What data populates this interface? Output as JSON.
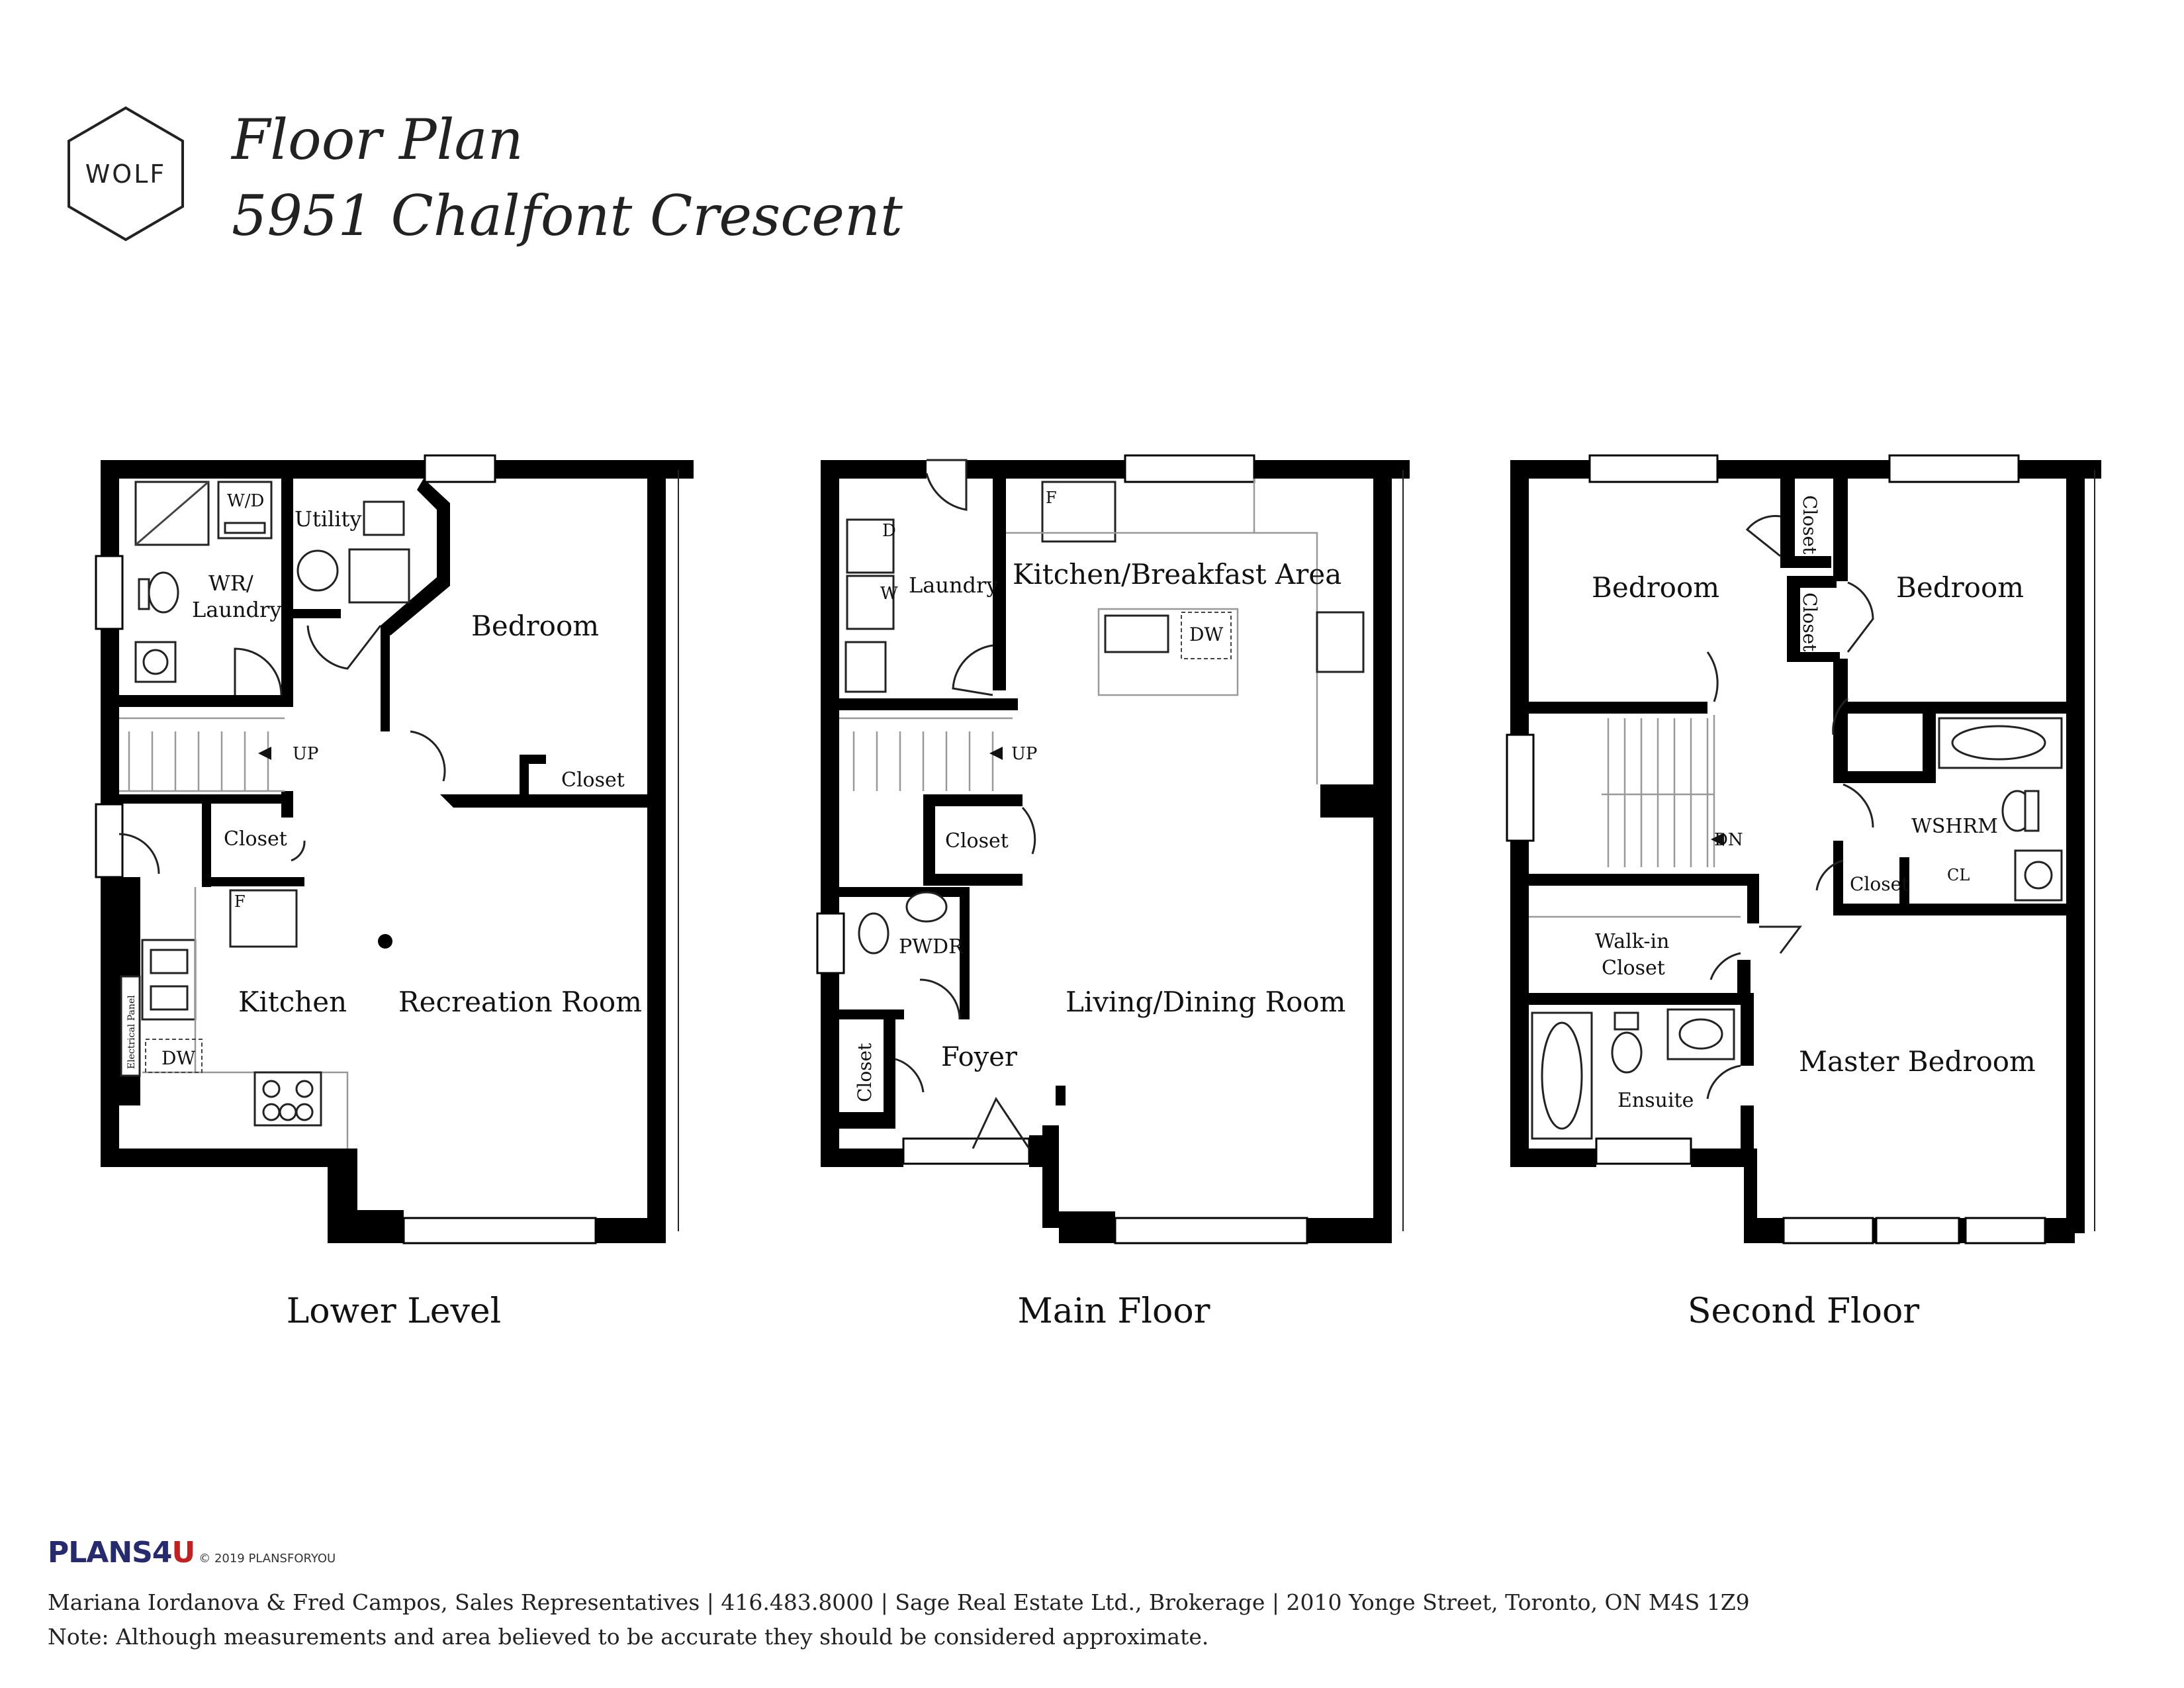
{
  "header": {
    "logo_text": "WOLF",
    "title": "Floor Plan",
    "address": "5951 Chalfont Crescent"
  },
  "floors": [
    {
      "label": "Lower Level",
      "rooms": [
        "W/D",
        "Utility",
        "WR/",
        "Laundry",
        "Bedroom",
        "UP",
        "Closet",
        "Closet",
        "F",
        "Kitchen",
        "Recreation Room",
        "DW",
        "Electrical Panel"
      ]
    },
    {
      "label": "Main Floor",
      "rooms": [
        "F",
        "D",
        "W",
        "Laundry",
        "Kitchen/Breakfast Area",
        "DW",
        "UP",
        "Closet",
        "PWDR",
        "Living/Dining Room",
        "Closet",
        "Foyer"
      ]
    },
    {
      "label": "Second Floor",
      "rooms": [
        "Closet",
        "Bedroom",
        "Bedroom",
        "Closet",
        "DN",
        "WSHRM",
        "Closet",
        "CL",
        "Walk-in",
        "Closet",
        "Master Bedroom",
        "Ensuite"
      ]
    }
  ],
  "footer": {
    "brand_main": "PLANS",
    "brand_num": "4",
    "brand_u": "U",
    "copyright": "© 2019 PLANSFORYOU",
    "line1": "Mariana Iordanova & Fred Campos, Sales Representatives | 416.483.8000 | Sage Real Estate Ltd., Brokerage | 2010 Yonge Street, Toronto, ON M4S 1Z9",
    "line2": "Note: Although measurements and area believed to be accurate they should be considered approximate."
  }
}
